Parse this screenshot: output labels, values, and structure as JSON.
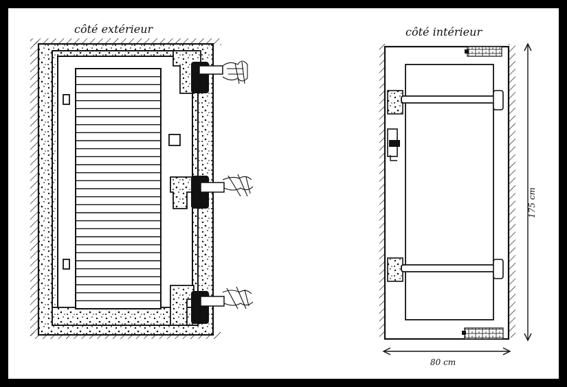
{
  "labels": {
    "exterior_title": "côté extérieur",
    "interior_title": "côté intérieur",
    "width_dim": "80 cm",
    "height_dim": "175 cm"
  },
  "colors": {
    "ink": "#111111",
    "paper": "#ffffff",
    "frame": "#000000"
  }
}
